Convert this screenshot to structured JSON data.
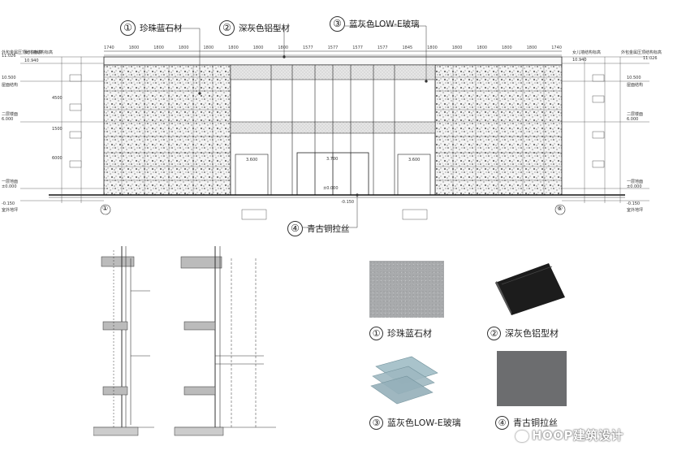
{
  "callouts": [
    {
      "num": "①",
      "text": "珍珠蓝石材"
    },
    {
      "num": "②",
      "text": "深灰色铝型材"
    },
    {
      "num": "③",
      "text": "蓝灰色LOW-E玻璃"
    },
    {
      "num": "④",
      "text": "青古铜拉丝"
    }
  ],
  "axis_left": "①",
  "axis_right": "⑥",
  "dimensions_top": [
    "1740",
    "1800",
    "1800",
    "1800",
    "1800",
    "1800",
    "1800",
    "1800",
    "1577",
    "1577",
    "1577",
    "1577",
    "1845",
    "1800",
    "1800",
    "1800",
    "1800",
    "1800",
    "1740"
  ],
  "levels_left": [
    {
      "label": "外包金属压顶结构标高",
      "value": "11.026"
    },
    {
      "label": "女儿墙结构标高",
      "value": "10.940"
    },
    {
      "label": "屋面结构",
      "value": "10.500"
    },
    {
      "label": "二层楼面",
      "value": "6.000"
    },
    {
      "label": "一层地面",
      "value": "±0.000"
    },
    {
      "label": "室外地坪",
      "value": "-0.150"
    }
  ],
  "levels_right": [
    {
      "label": "外包金属压顶结构标高",
      "value": "11.026"
    },
    {
      "label": "女儿墙结构标高",
      "value": "10.940"
    },
    {
      "label": "屋面结构",
      "value": "10.500"
    },
    {
      "label": "二层楼面",
      "value": "6.000"
    },
    {
      "label": "一层地面",
      "value": "±0.000"
    },
    {
      "label": "室外地坪",
      "value": "-0.150"
    }
  ],
  "vertical_dims": [
    "4500",
    "1500",
    "6000"
  ],
  "door_labels": [
    "3.600",
    "3.600",
    "3.700",
    "±0.000",
    "-0.150"
  ],
  "materials": [
    {
      "num": "①",
      "text": "珍珠蓝石材",
      "color": "#a9abad"
    },
    {
      "num": "②",
      "text": "深灰色铝型材",
      "color": "#1c1c1c"
    },
    {
      "num": "③",
      "text": "蓝灰色LOW-E玻璃",
      "color": "#9fb9c2"
    },
    {
      "num": "④",
      "text": "青古铜拉丝",
      "color": "#6c6d6f"
    }
  ],
  "watermark": "HOOP建筑设计"
}
